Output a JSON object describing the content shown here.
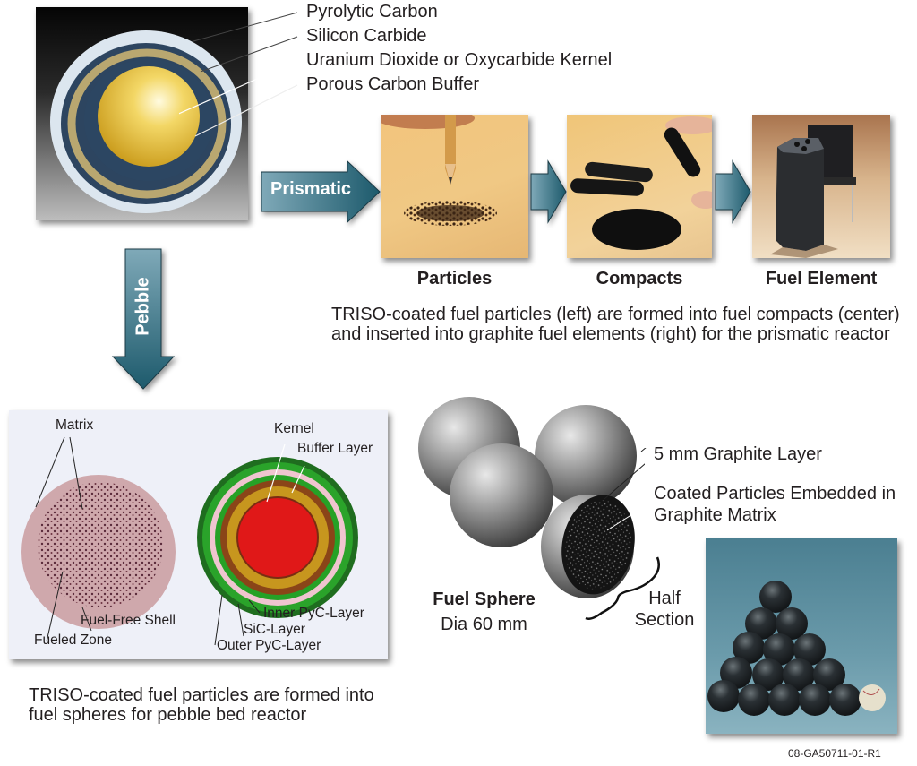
{
  "particle_image": {
    "layers": [
      {
        "label": "Pyrolytic Carbon"
      },
      {
        "label": "Silicon Carbide"
      },
      {
        "label": "Uranium Dioxide or Oxycarbide Kernel"
      },
      {
        "label": "Porous Carbon Buffer"
      }
    ]
  },
  "prismatic": {
    "arrow_label": "Prismatic",
    "steps": [
      {
        "label": "Particles"
      },
      {
        "label": "Compacts"
      },
      {
        "label": "Fuel Element"
      }
    ],
    "caption": "TRISO-coated fuel particles (left) are formed into fuel compacts (center) and inserted into graphite fuel elements (right) for the prismatic reactor"
  },
  "pebble": {
    "arrow_label": "Pebble",
    "cross_section_labels": {
      "matrix": "Matrix",
      "fuel_free_shell": "Fuel-Free Shell",
      "fueled_zone": "Fueled Zone",
      "kernel": "Kernel",
      "buffer_layer": "Buffer Layer",
      "inner_pyc": "Inner PyC-Layer",
      "sic": "SiC-Layer",
      "outer_pyc": "Outer PyC-Layer"
    },
    "caption": "TRISO-coated fuel particles are formed into fuel spheres for pebble bed reactor",
    "sphere": {
      "title": "Fuel Sphere",
      "diameter": "Dia 60 mm",
      "graphite_layer": "5 mm Graphite Layer",
      "embedded": "Coated Particles Embedded in Graphite Matrix",
      "half_section": "Half Section"
    }
  },
  "figure_id": "08-GA50711-01-R1",
  "colors": {
    "arrow_dark": "#1d5a6c",
    "arrow_light": "#7fa9b8",
    "text": "#231f20"
  }
}
